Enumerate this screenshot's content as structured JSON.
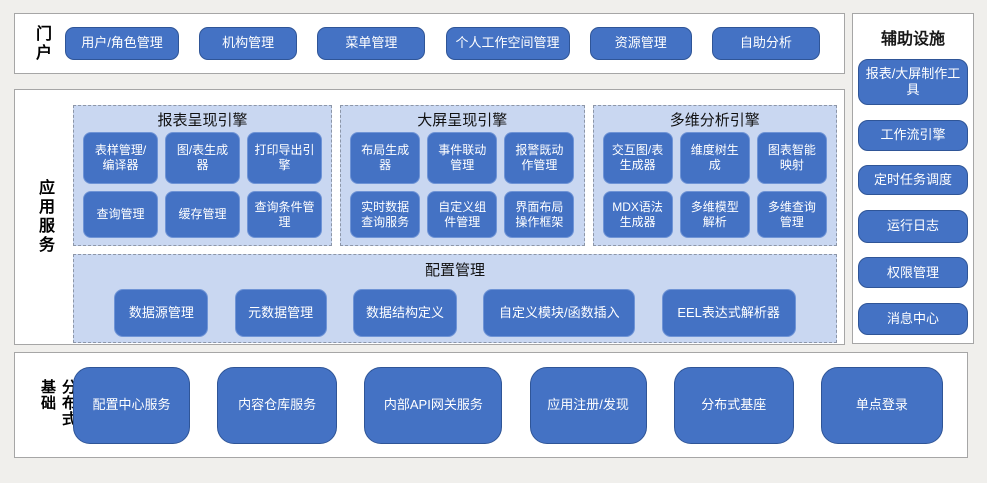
{
  "colors": {
    "page_bg": "#f0efec",
    "panel_bg": "#ffffff",
    "panel_border": "#a6a6a6",
    "button_fill": "#4472c4",
    "button_border_dark": "#2f5597",
    "button_border_light": "#6f94d6",
    "group_bg": "#c9d7f1",
    "group_border_dashed": "#8c96a8",
    "button_text": "#ffffff"
  },
  "portal": {
    "label": "门户",
    "buttons": [
      "用户/角色管理",
      "机构管理",
      "菜单管理",
      "个人工作空间管理",
      "资源管理",
      "自助分析"
    ]
  },
  "app_services": {
    "label": "应用服务",
    "engines": [
      {
        "title": "报表呈现引擎",
        "buttons": [
          "表样管理/编译器",
          "图/表生成器",
          "打印导出引擎",
          "查询管理",
          "缓存管理",
          "查询条件管理"
        ]
      },
      {
        "title": "大屏呈现引擎",
        "buttons": [
          "布局生成器",
          "事件联动管理",
          "报警既动作管理",
          "实时数据查询服务",
          "自定义组件管理",
          "界面布局操作框架"
        ]
      },
      {
        "title": "多维分析引擎",
        "buttons": [
          "交互图/表生成器",
          "维度树生成",
          "图表智能映射",
          "MDX语法生成器",
          "多维模型解析",
          "多维查询管理"
        ]
      }
    ],
    "config": {
      "title": "配置管理",
      "buttons": [
        "数据源管理",
        "元数据管理",
        "数据结构定义",
        "自定义模块/函数插入",
        "EEL表达式解析器"
      ]
    }
  },
  "distributed": {
    "label": "分布式基础",
    "buttons": [
      "配置中心服务",
      "内容仓库服务",
      "内部API网关服务",
      "应用注册/发现",
      "分布式基座",
      "单点登录"
    ]
  },
  "auxiliary": {
    "title": "辅助设施",
    "buttons": [
      "报表/大屏制作工具",
      "工作流引擎",
      "定时任务调度",
      "运行日志",
      "权限管理",
      "消息中心"
    ]
  }
}
